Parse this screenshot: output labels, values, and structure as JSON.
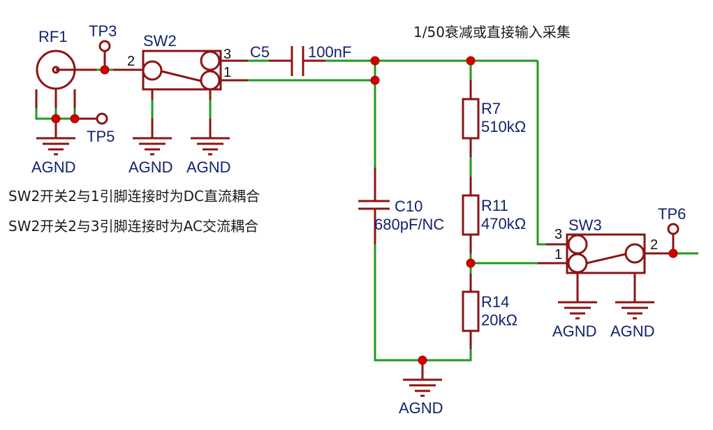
{
  "title": "1/50衰减或直接输入采集",
  "notes": [
    "SW2开关2与1引脚连接时为DC直流耦合",
    "SW2开关2与3引脚连接时为AC交流耦合"
  ],
  "components": {
    "rf1": {
      "ref": "RF1",
      "type": "coax-connector-icon"
    },
    "tp3": {
      "ref": "TP3"
    },
    "tp5": {
      "ref": "TP5"
    },
    "tp6": {
      "ref": "TP6"
    },
    "sw2": {
      "ref": "SW2",
      "pins": [
        "2",
        "3",
        "1"
      ]
    },
    "sw3": {
      "ref": "SW3",
      "pins": [
        "3",
        "1",
        "2"
      ]
    },
    "c5": {
      "ref": "C5",
      "value": "100nF"
    },
    "c10": {
      "ref": "C10",
      "value": "680pF/NC"
    },
    "r7": {
      "ref": "R7",
      "value": "510kΩ"
    },
    "r11": {
      "ref": "R11",
      "value": "470kΩ"
    },
    "r14": {
      "ref": "R14",
      "value": "20kΩ"
    }
  },
  "ground_label": "AGND",
  "colors": {
    "wire": "#1e9b1e",
    "part": "#8b1414",
    "junction": "#d20000",
    "label": "#13236b"
  }
}
